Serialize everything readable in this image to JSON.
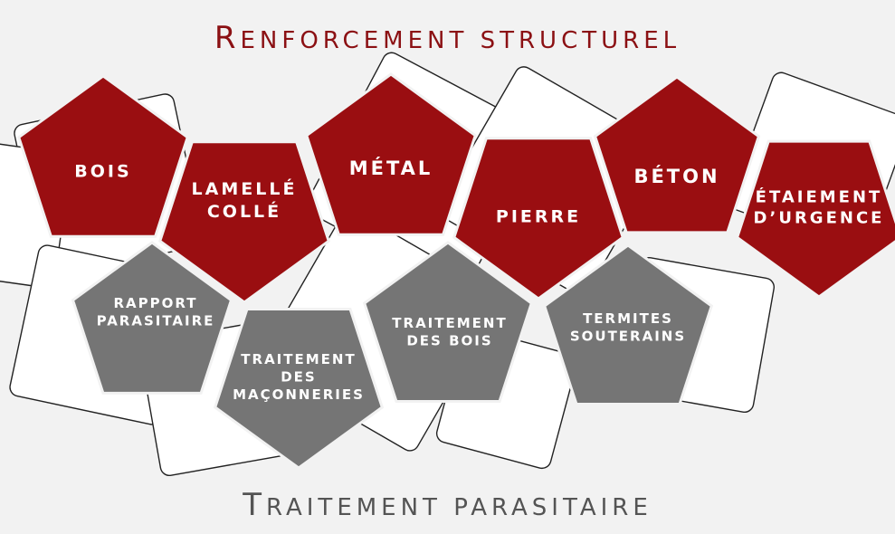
{
  "titles": {
    "top": {
      "cap": "R",
      "rest": "enforcement structurel"
    },
    "bottom": {
      "cap": "T",
      "rest": "raitement parasitaire"
    }
  },
  "colors": {
    "red": "#9a0e11",
    "gray": "#757575",
    "background": "#f2f2f2",
    "outline": "#222222"
  },
  "groups": {
    "structural": {
      "items": [
        {
          "lines": [
            "BOIS"
          ]
        },
        {
          "lines": [
            "LAMELLÉ",
            "COLLÉ"
          ]
        },
        {
          "lines": [
            "MÉTAL"
          ]
        },
        {
          "lines": [
            "PIERRE"
          ]
        },
        {
          "lines": [
            "BÉTON"
          ]
        },
        {
          "lines": [
            "ÉTAIEMENT",
            "D’URGENCE"
          ]
        }
      ]
    },
    "parasitic": {
      "items": [
        {
          "lines": [
            "RAPPORT",
            "PARASITAIRE"
          ]
        },
        {
          "lines": [
            "TRAITEMENT",
            "DES",
            "MAÇONNERIES"
          ]
        },
        {
          "lines": [
            "TRAITEMENT",
            "DES BOIS"
          ]
        },
        {
          "lines": [
            "TERMITES",
            "SOUTERAINS"
          ]
        }
      ]
    }
  }
}
